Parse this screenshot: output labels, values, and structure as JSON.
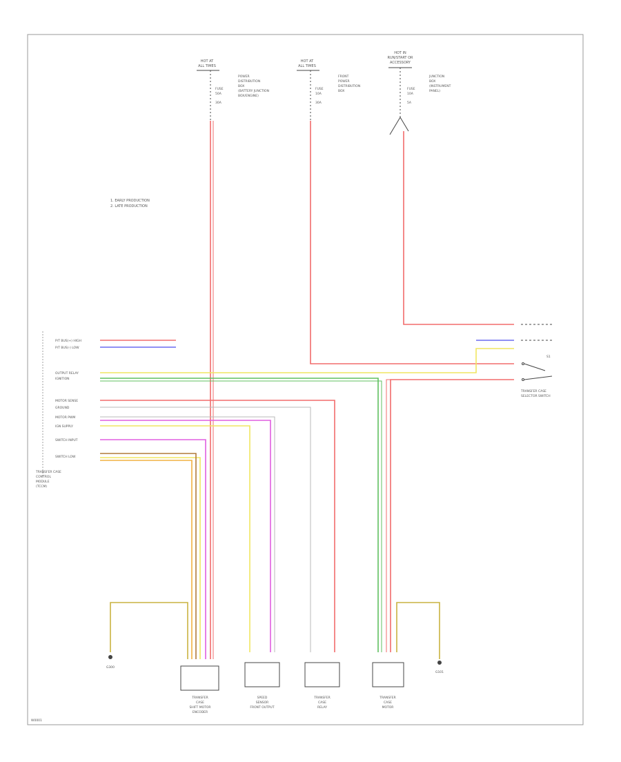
{
  "colors": {
    "red": "#f26b6b",
    "blue": "#6a6af0",
    "green": "#5fbf5f",
    "yellow": "#f0e660",
    "violet": "#e05ee0",
    "brown": "#b07a3a",
    "orange": "#f0b040",
    "gray": "#b8b8b8",
    "wire_dark": "#444444",
    "frame": "#999999",
    "text": "#666666"
  },
  "power_sources": [
    {
      "lines": [
        "HOT AT",
        "ALL TIMES"
      ]
    },
    {
      "lines": [
        "HOT AT",
        "ALL TIMES"
      ]
    },
    {
      "lines": [
        "HOT IN",
        "RUN/START OR",
        "ACCESSORY"
      ]
    }
  ],
  "fuse_labels": [
    {
      "lines": [
        "POWER",
        "DISTRIBUTION",
        "BOX",
        "(BATTERY JUNCTION",
        "BOX/ENGINE)"
      ]
    },
    {
      "lines": [
        "FRONT",
        "POWER",
        "DISTRIBUTION",
        "BOX"
      ]
    },
    {
      "lines": [
        "JUNCTION",
        "BOX",
        "(INSTRUMENT",
        "PANEL)"
      ]
    }
  ],
  "fuse_ids": [
    {
      "lines": [
        "FUSE",
        "50A",
        "30A"
      ]
    },
    {
      "lines": [
        "FUSE",
        "10A",
        "30A"
      ]
    },
    {
      "lines": [
        "FUSE",
        "10A",
        "5A"
      ]
    }
  ],
  "legend": {
    "lines": [
      "1. EARLY PRODUCTION",
      "2. LATE PRODUCTION"
    ]
  },
  "left_module": {
    "pins": [
      "P/T BUS(+) HIGH",
      "P/T BUS(-) LOW",
      "OUTPUT RELAY",
      "IGNITION",
      "MOTOR SENSE",
      "GROUND",
      "MOTOR PWM",
      "IGN SUPPLY",
      "SWITCH INPUT",
      "SWITCH LOW"
    ],
    "name_lines": [
      "TRANSFER CASE",
      "CONTROL",
      "MODULE",
      "(TCCM)"
    ]
  },
  "switch": {
    "label_lines": [
      "TRANSFER CASE",
      "SELECTOR SWITCH"
    ],
    "num": "S1"
  },
  "components": [
    {
      "lines": [
        "TRANSFER",
        "CASE",
        "SHIFT MOTOR",
        "ENCODER"
      ]
    },
    {
      "lines": [
        "SPEED",
        "SENSOR",
        "FRONT OUTPUT"
      ]
    },
    {
      "lines": [
        "TRANSFER",
        "CASE",
        "RELAY"
      ]
    },
    {
      "lines": [
        "TRANSFER",
        "CASE",
        "MOTOR"
      ]
    }
  ],
  "grounds": [
    {
      "lines": [
        "G300"
      ]
    },
    {
      "lines": [
        "G101"
      ]
    }
  ],
  "bottom_left_note": "W0001"
}
